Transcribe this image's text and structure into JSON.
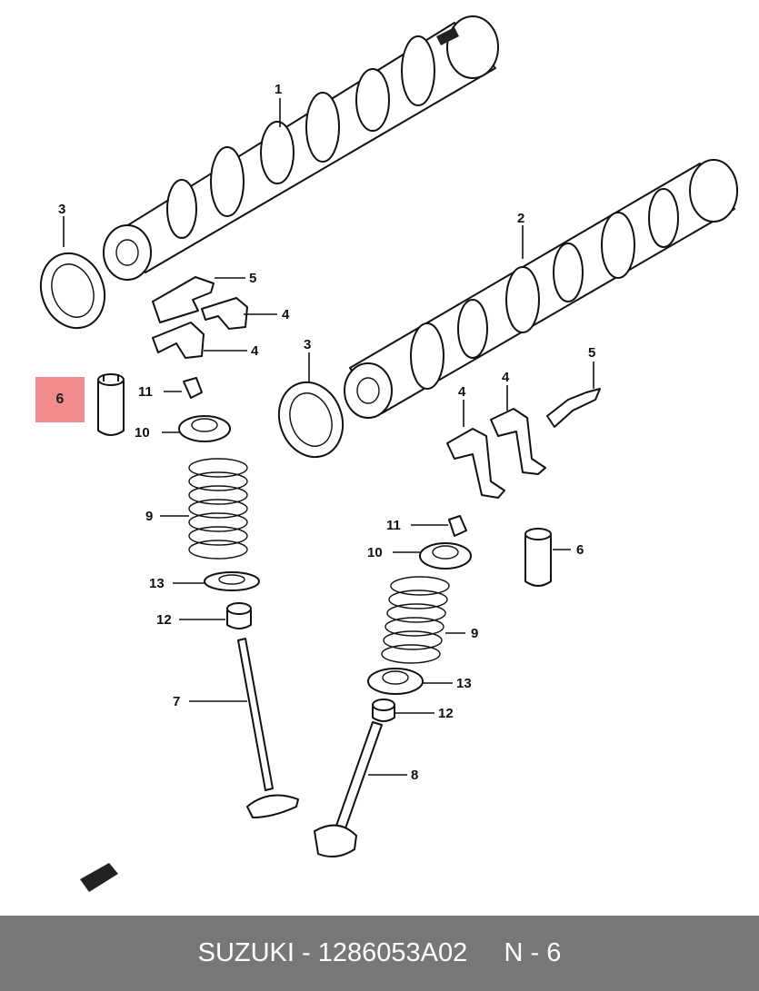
{
  "callouts": {
    "c1": "1",
    "c2": "2",
    "c3a": "3",
    "c3b": "3",
    "c4a": "4",
    "c4b": "4",
    "c4c": "4",
    "c4d": "4",
    "c5a": "5",
    "c5b": "5",
    "c6a": "6",
    "c6b": "6",
    "c7": "7",
    "c8": "8",
    "c9a": "9",
    "c9b": "9",
    "c10a": "10",
    "c10b": "10",
    "c11a": "11",
    "c11b": "11",
    "c12a": "12",
    "c12b": "12",
    "c13a": "13",
    "c13b": "13"
  },
  "highlight": {
    "part_number": "6",
    "color": "#f28b8b"
  },
  "footer": {
    "brand": "SUZUKI",
    "separator": " - ",
    "part_code": "1286053A02",
    "gap": "     ",
    "ref": "N - 6",
    "background": "#777777"
  }
}
